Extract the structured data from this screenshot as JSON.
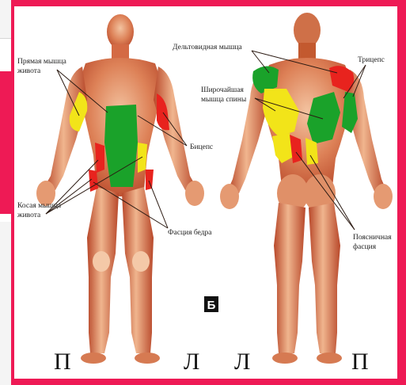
{
  "labels": {
    "rectus_1": "Прямая мышца",
    "rectus_2": "живота",
    "biceps": "Бицепс",
    "oblique_1": "Косая мышца",
    "oblique_2": "живота",
    "thigh_fascia": "Фасция бедра",
    "deltoid": "Дельтовидная мышца",
    "triceps": "Трицепс",
    "latissimus_1": "Широчайшая",
    "latissimus_2": "мышца спины",
    "lumbar_1": "Поясничная",
    "lumbar_2": "фасция"
  },
  "corner_letters": {
    "front_left": "П",
    "front_right": "Л",
    "back_left": "Л",
    "back_right": "П"
  },
  "badge": "Б",
  "colors": {
    "frame": "#ee1a55",
    "skin_light": "#f0b58e",
    "skin_dark": "#c6532e",
    "green": "#1aa22a",
    "yellow": "#f2e419",
    "red": "#e8231e"
  }
}
